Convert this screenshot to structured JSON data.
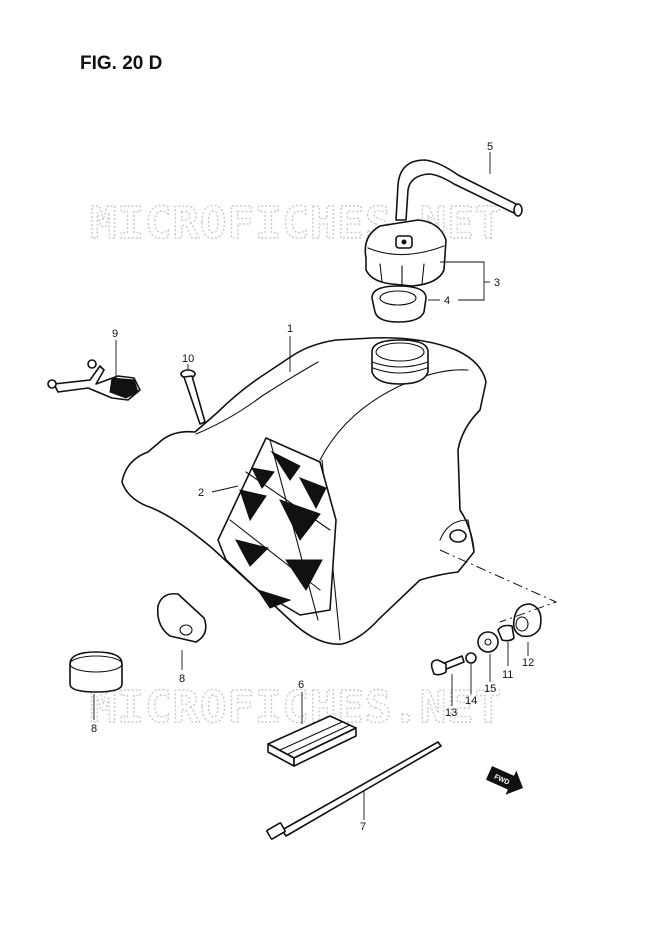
{
  "figure": {
    "title": "FIG. 20 D",
    "watermark": "MICROFICHES.NET",
    "fwd_label": "FWD"
  },
  "callouts": {
    "c1": "1",
    "c2": "2",
    "c3": "3",
    "c4": "4",
    "c5": "5",
    "c6": "6",
    "c7": "7",
    "c8a": "8",
    "c8b": "8",
    "c9": "9",
    "c10": "10",
    "c11": "11",
    "c12": "12",
    "c13": "13",
    "c14": "14",
    "c15": "15"
  },
  "colors": {
    "ink": "#111111",
    "watermark": "#c9c9c9",
    "background": "#ffffff"
  }
}
